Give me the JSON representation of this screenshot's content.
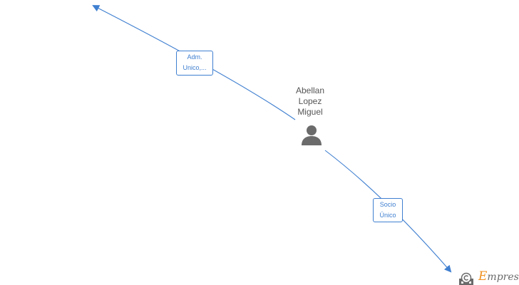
{
  "person": {
    "name_lines": [
      "Abellan",
      "Lopez",
      "Miguel"
    ],
    "icon": "person-icon"
  },
  "relations": [
    {
      "label_lines": [
        "Adm.",
        "Unico,..."
      ],
      "direction": "outgoing-up-left"
    },
    {
      "label_lines": [
        "Socio",
        "Único"
      ],
      "direction": "outgoing-down-right"
    }
  ],
  "watermark": {
    "initial": "E",
    "rest": "mpresia",
    "icon": "building-copyright-icon"
  },
  "colors": {
    "edge": "#3f7fd0",
    "label_text": "#3f7fd0",
    "person_text": "#555555",
    "person_icon": "#6b6b6b",
    "brand_accent": "#f0901e",
    "brand_text": "#6a6a6a"
  }
}
